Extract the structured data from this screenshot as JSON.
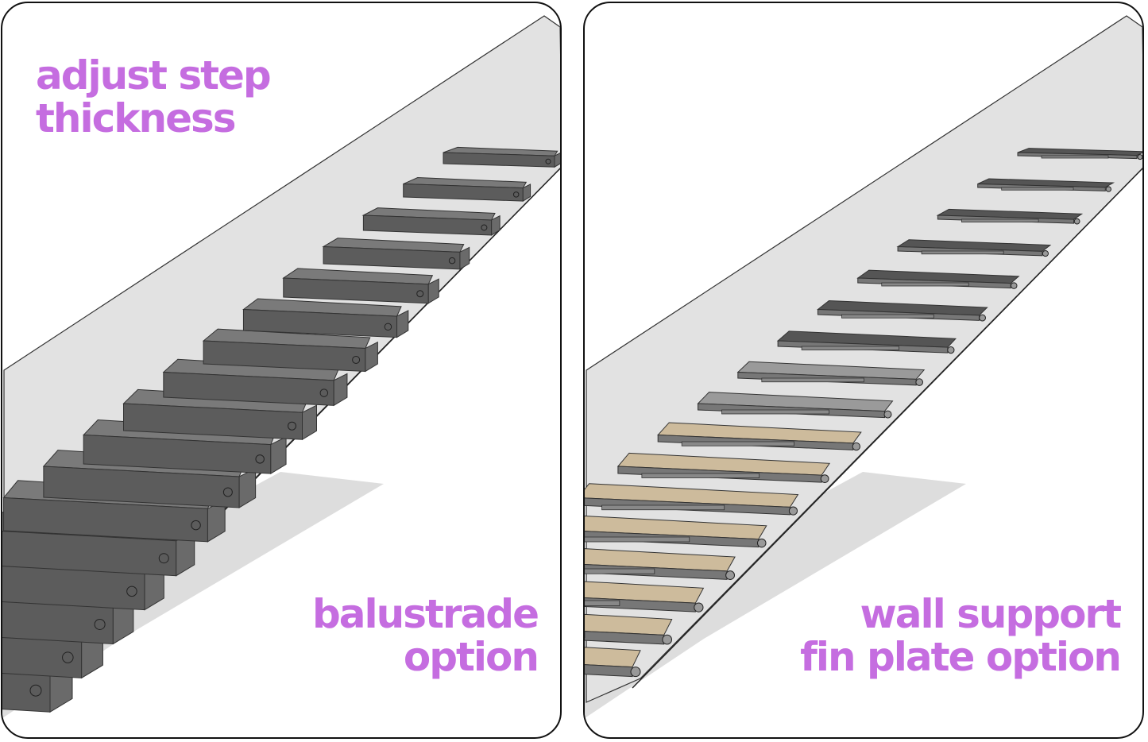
{
  "panels": [
    {
      "caption_lines": [
        "adjust step",
        "thickness"
      ],
      "position": "top-left",
      "step_count": 17,
      "step_style": "thick-stone"
    },
    {
      "caption_lines": [
        "balustrade",
        "option"
      ],
      "position": "bottom-right"
    },
    {
      "caption_lines": [
        "wall support",
        "fin plate option"
      ],
      "position": "bottom-right",
      "step_count": 17,
      "step_style": "thin-plate"
    }
  ],
  "colors": {
    "caption": "#c56de0",
    "glass": "#e2e2e2",
    "stone": "#5c5c5c",
    "wood": "#cdbb9c",
    "shadow": "#d4d4d4"
  }
}
